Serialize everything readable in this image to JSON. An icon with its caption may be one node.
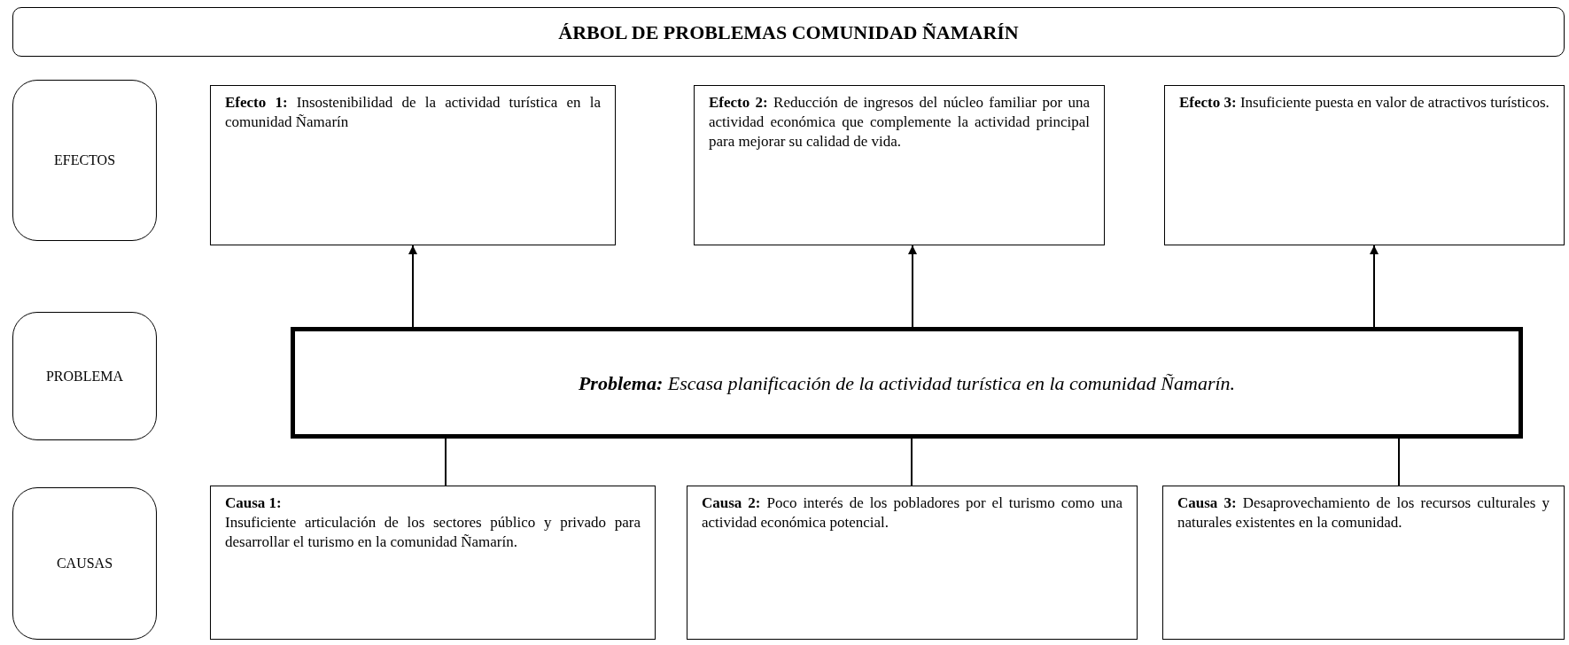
{
  "diagram": {
    "title": "ÁRBOL DE PROBLEMAS COMUNIDAD ÑAMARÍN",
    "nodes": [
      {
        "text": [
          "EFECTOS"
        ]
      },
      {
        "text": [
          "**Efecto 1:** Insostenibilidad de la actividad turística en la comunidad Ñamarín"
        ]
      },
      {
        "text": [
          "**Efecto 2:** Reducción de ingresos del núcleo familiar por una actividad económica que complemente la actividad principal para mejorar su calidad de vida."
        ]
      },
      {
        "text": [
          "**Efecto 3:** Insuficiente puesta en valor de atractivos turísticos."
        ]
      },
      {
        "text": [
          "PROBLEMA"
        ]
      },
      {
        "text": [
          "**Problema:** Escasa planificación de la actividad turística en la comunidad Ñamarín."
        ]
      },
      {
        "text": [
          "CAUSAS"
        ]
      },
      {
        "text": [
          "Causa 1:",
          "Insuficiente articulación de los sectores público y privado para desarrollar el turismo en la comunidad Ñamarín."
        ]
      },
      {
        "text": [
          "**Causa 2:** Poco interés de los pobladores por el turismo como una actividad económica potencial."
        ]
      },
      {
        "text": [
          "**Causa 3:** Desaprovechamiento de los recursos culturales y naturales existentes en la comunidad."
        ]
      }
    ],
    "edges": [
      {
        "from": 5,
        "to": 1,
        "arrow": "to"
      },
      {
        "from": 5,
        "to": 2,
        "arrow": "to"
      },
      {
        "from": 5,
        "to": 3,
        "arrow": "to"
      },
      {
        "from": 7,
        "to": 5,
        "arrow": "none"
      },
      {
        "from": 8,
        "to": 5,
        "arrow": "none"
      },
      {
        "from": 9,
        "to": 5,
        "arrow": "none"
      }
    ]
  }
}
